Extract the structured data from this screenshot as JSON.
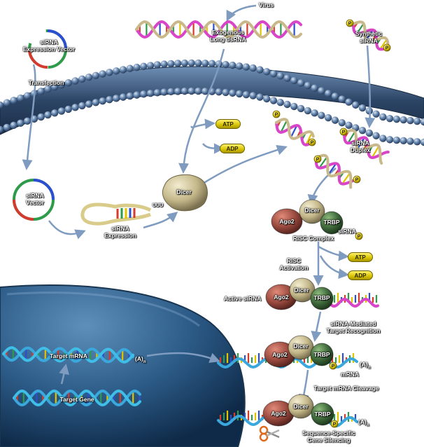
{
  "labels": {
    "virus": "Virus",
    "exogenous": "Exogenous",
    "long_dsrna": "Long dsRNA",
    "synthetic": "Synthetic",
    "sirna": "siRNA",
    "sirna_expression_vector_line1": "siRNA",
    "sirna_expression_vector_line2": "Expression Vector",
    "transfection": "Transfection",
    "sirna_vector_line1": "siRNA",
    "sirna_vector_line2": "Vector",
    "sirna_expression_line1": "siRNA",
    "sirna_expression_line2": "Expression",
    "hairpin_tail": "UUU",
    "dicer": "Dicer",
    "sirna_duplex_line1": "siRNA",
    "sirna_duplex_line2": "Duplex",
    "ago2": "Ago2",
    "trbp": "TRBP",
    "risc_complex": "RISC Complex",
    "risc_activation_line1": "RISC",
    "risc_activation_line2": "Activation",
    "active_sirna": "Active siRNA",
    "target_recognition_line1": "siRNA-Mediated",
    "target_recognition_line2": "Target Recognition",
    "target_mrna": "Target mRNA",
    "poly_a": "(A)",
    "poly_a_sub": "n",
    "mrna": "mRNA",
    "target_gene": "Target Gene",
    "target_mrna_cleavage": "Target mRNA Cleavage",
    "silencing_line1": "Sequence-Specific",
    "silencing_line2": "Gene Silencing",
    "phosphate": "P"
  },
  "energy": {
    "atp": "ATP",
    "adp": "ADP"
  },
  "colors": {
    "membrane": "#34577e",
    "nucleus": "#2f5f88",
    "arrow": "#7f9cc0",
    "pill": "#e0cc10",
    "ago2": "#9a4a3e",
    "dicer": "#c8bd92",
    "trbp": "#3f6a3c",
    "strand_pink": "#d845c8",
    "strand_tan": "#c9b98a",
    "strand_cyan": "#3aa8dc"
  },
  "icons": [
    "scissors-icon",
    "phosphate-icon",
    "plasmid-icon",
    "hairpin-icon"
  ]
}
